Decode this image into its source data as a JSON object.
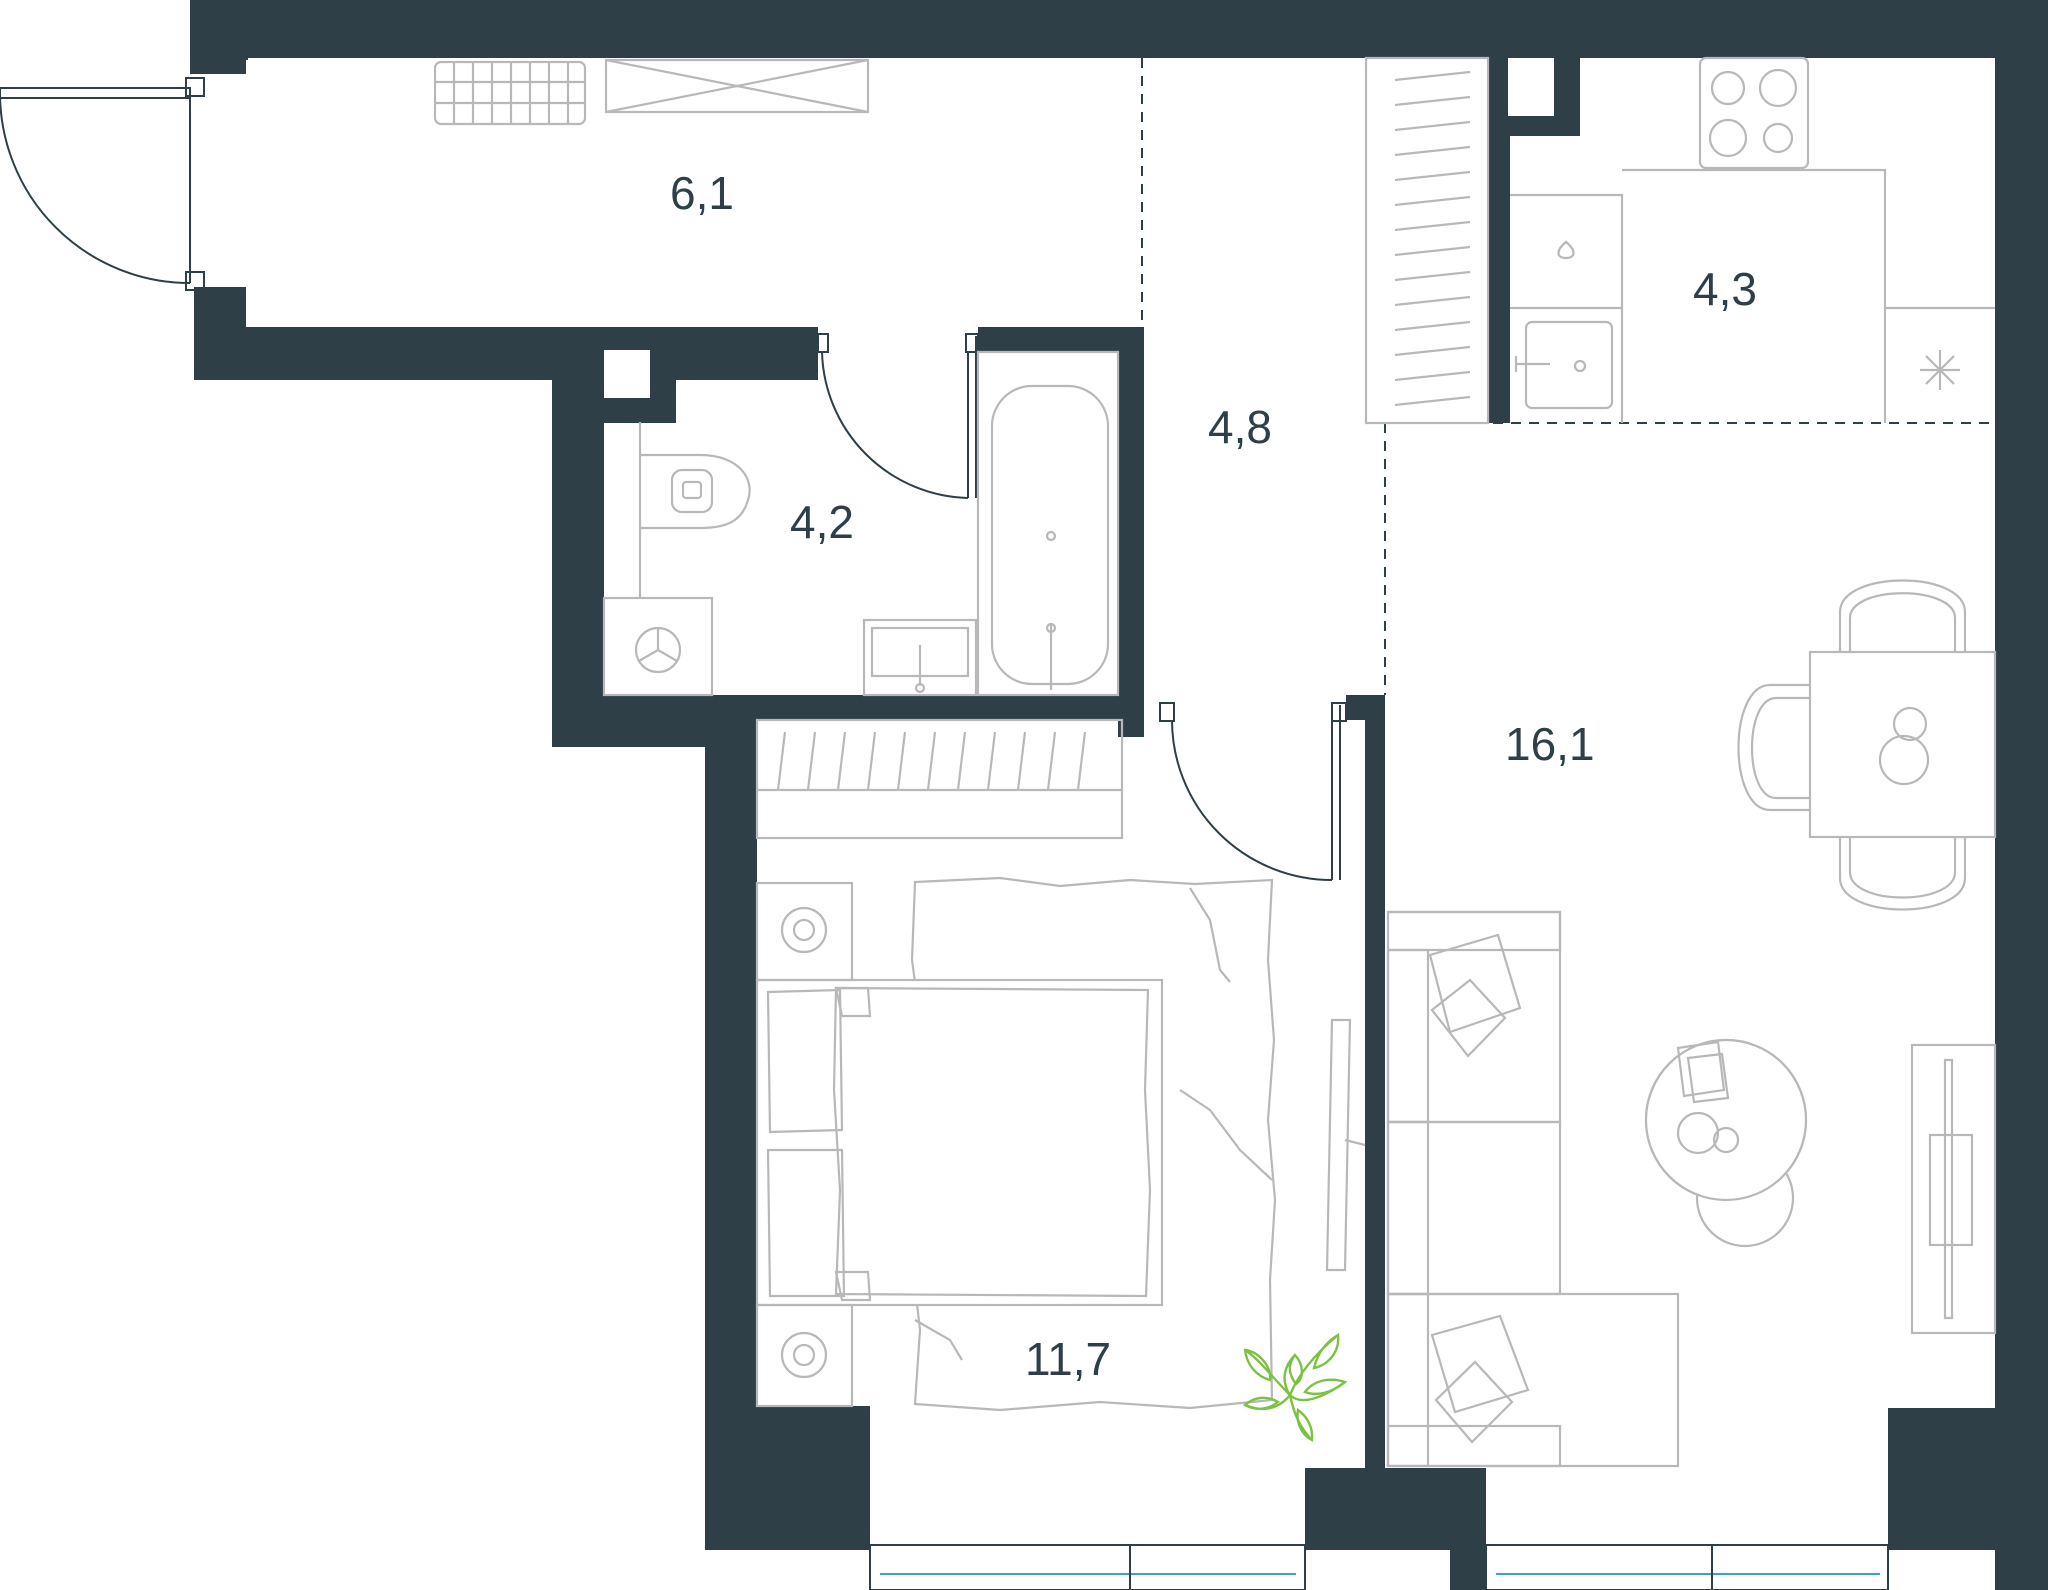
{
  "rooms": [
    {
      "id": "hallway",
      "area": "6,1"
    },
    {
      "id": "corridor",
      "area": "4,8"
    },
    {
      "id": "bathroom",
      "area": "4,2"
    },
    {
      "id": "kitchen",
      "area": "4,3"
    },
    {
      "id": "living",
      "area": "16,1"
    },
    {
      "id": "bedroom",
      "area": "11,7"
    }
  ],
  "colors": {
    "wall": "#2e3f47",
    "furniture": "#b8b8b8",
    "plant": "#7cc242",
    "glass": "#3aa0c8"
  }
}
